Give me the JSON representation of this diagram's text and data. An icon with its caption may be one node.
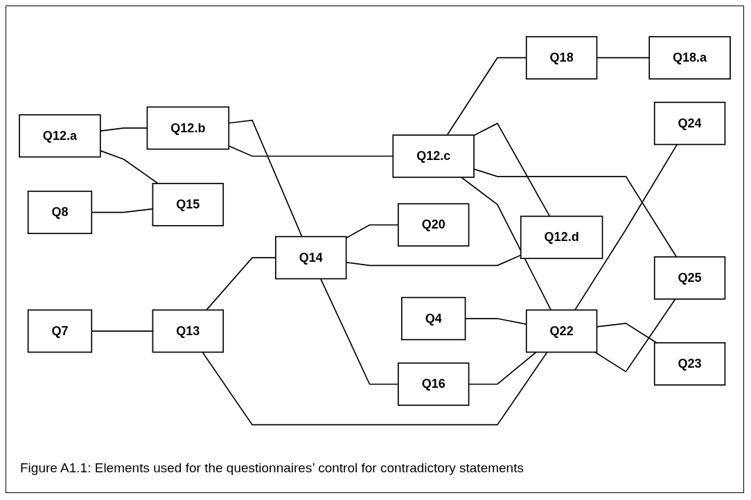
{
  "diagram": {
    "caption": "Figure A1.1: Elements used for the questionnaires’ control for contradictory statements",
    "nodes": [
      {
        "text": [
          "Q8"
        ]
      },
      {
        "text": [
          "Q22"
        ]
      },
      {
        "text": [
          "Q25"
        ]
      },
      {
        "text": [
          "Q13"
        ]
      },
      {
        "text": [
          "Q7"
        ]
      },
      {
        "text": [
          "Q12.a"
        ]
      },
      {
        "text": [
          "Q15"
        ]
      },
      {
        "text": [
          "Q12.b"
        ]
      },
      {
        "text": [
          "Q14"
        ]
      },
      {
        "text": [
          "Q16"
        ]
      },
      {
        "text": [
          "Q12.c"
        ]
      },
      {
        "text": [
          "Q18"
        ]
      },
      {
        "text": [
          "Q18.a"
        ]
      },
      {
        "text": [
          "Q12.d"
        ]
      },
      {
        "text": [
          "Q20"
        ]
      },
      {
        "text": [
          "Q23"
        ]
      },
      {
        "text": [
          "Q4"
        ]
      },
      {
        "text": [
          "Q24"
        ]
      }
    ],
    "edges": [
      {
        "from": 10,
        "to": 1,
        "arrow": "none"
      },
      {
        "from": 10,
        "to": 2,
        "arrow": "none"
      },
      {
        "from": 0,
        "to": 6,
        "arrow": "none"
      },
      {
        "from": 4,
        "to": 3,
        "arrow": "none"
      },
      {
        "from": 3,
        "to": 1,
        "arrow": "none"
      },
      {
        "from": 9,
        "to": 1,
        "arrow": "none"
      },
      {
        "from": 5,
        "to": 6,
        "arrow": "none"
      },
      {
        "from": 5,
        "to": 7,
        "arrow": "none"
      },
      {
        "from": 7,
        "to": 10,
        "arrow": "none"
      },
      {
        "from": 10,
        "to": 13,
        "arrow": "none"
      },
      {
        "from": 3,
        "to": 8,
        "arrow": "none"
      },
      {
        "from": 7,
        "to": 8,
        "arrow": "none"
      },
      {
        "from": 8,
        "to": 9,
        "arrow": "none"
      },
      {
        "from": 8,
        "to": 13,
        "arrow": "none"
      },
      {
        "from": 8,
        "to": 14,
        "arrow": "none"
      },
      {
        "from": 10,
        "to": 11,
        "arrow": "none"
      },
      {
        "from": 11,
        "to": 12,
        "arrow": "none"
      },
      {
        "from": 1,
        "to": 2,
        "arrow": "none"
      },
      {
        "from": 1,
        "to": 15,
        "arrow": "none"
      },
      {
        "from": 1,
        "to": 17,
        "arrow": "none"
      },
      {
        "from": 16,
        "to": 1,
        "arrow": "none"
      }
    ]
  }
}
